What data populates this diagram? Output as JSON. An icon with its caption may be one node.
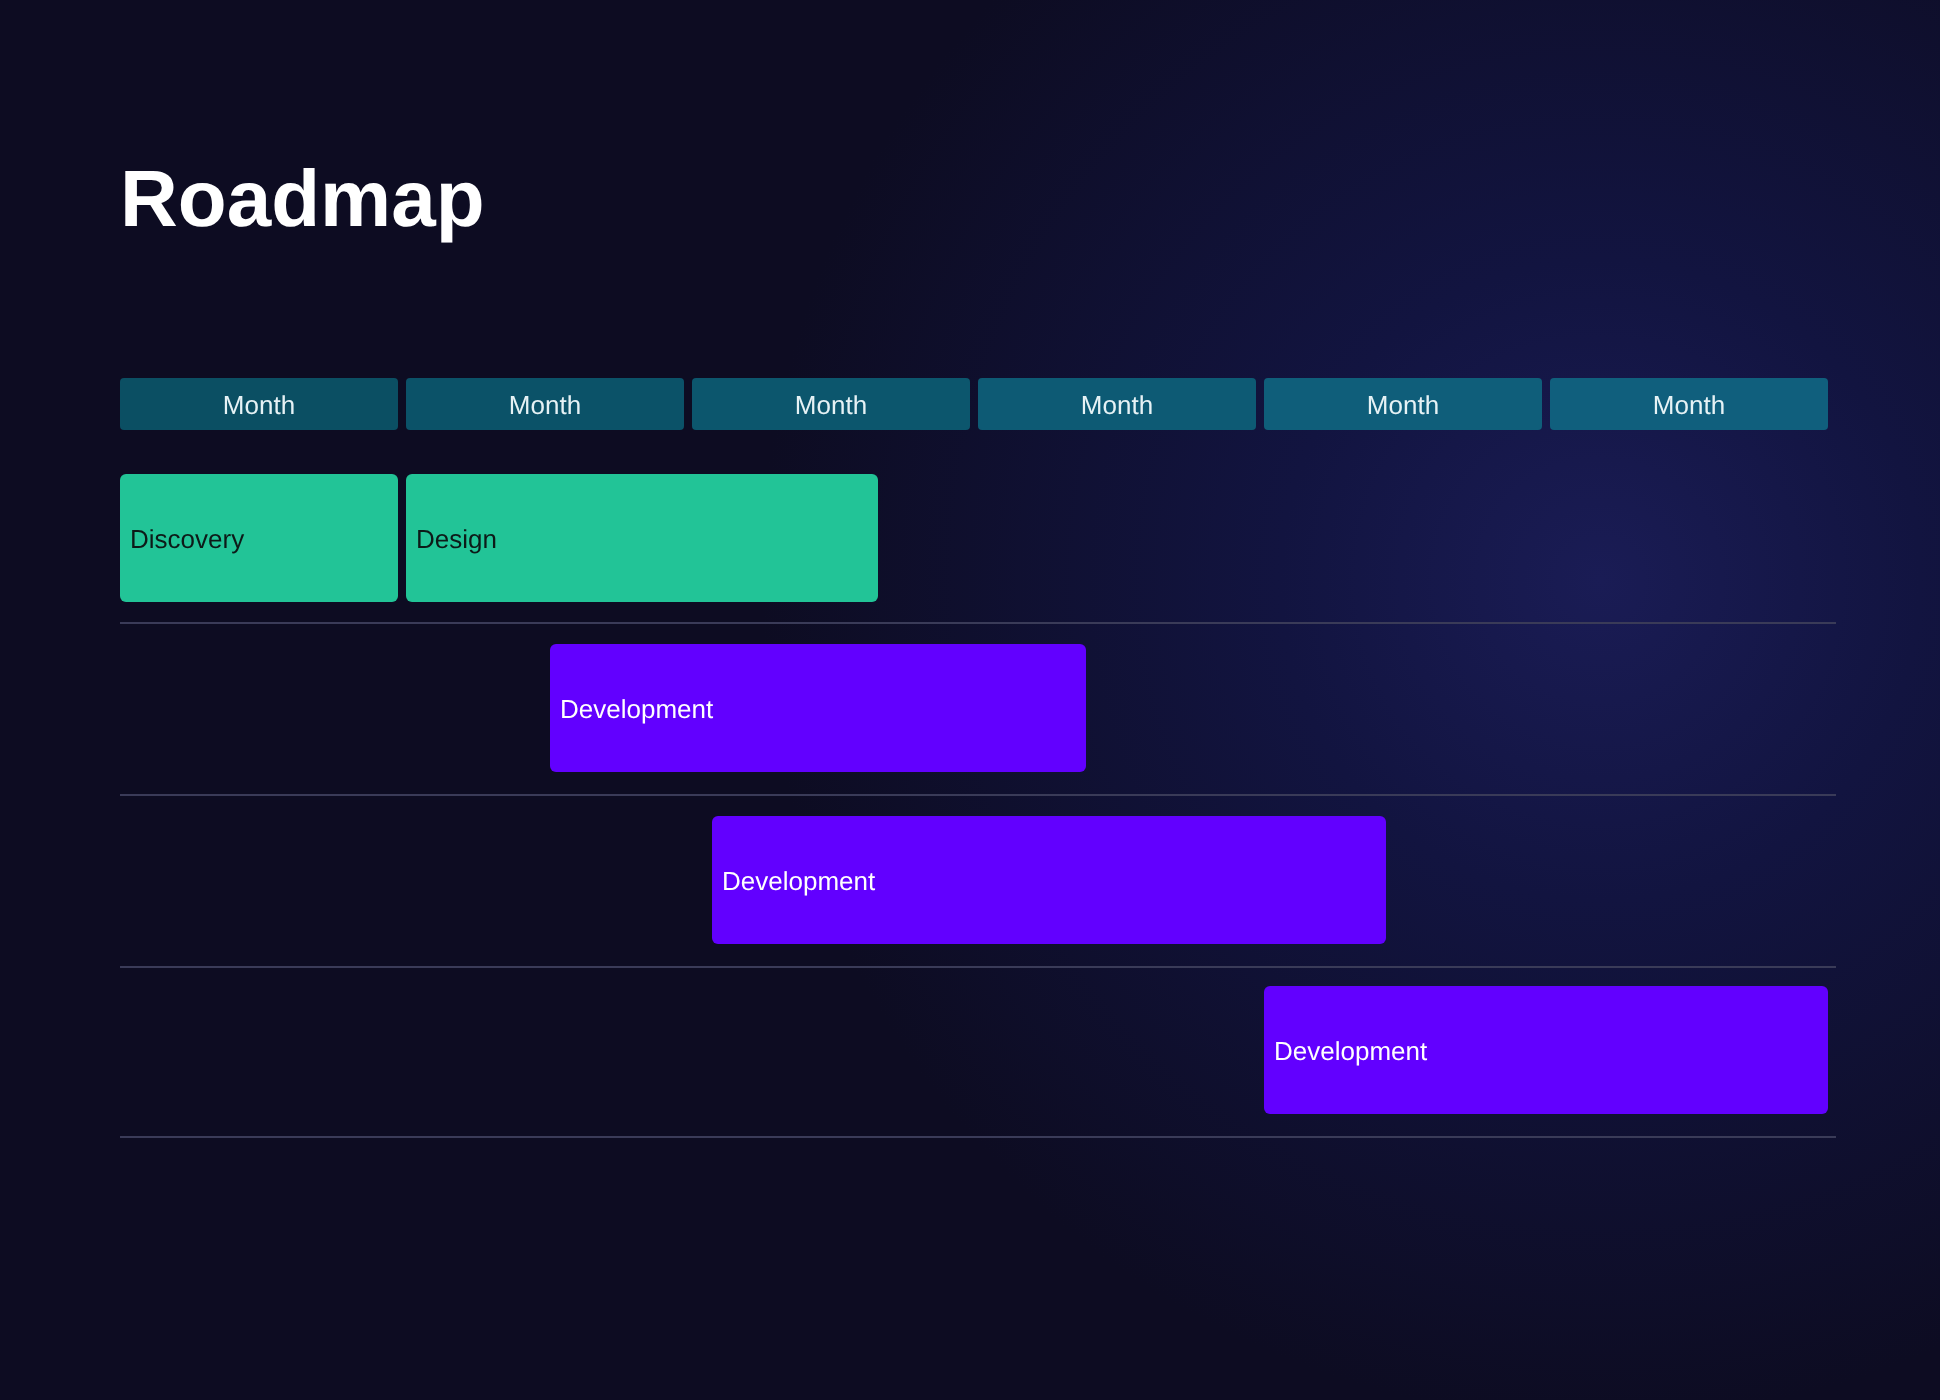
{
  "diagram": {
    "title": "Roadmap",
    "nodes": [
      {
        "text": [
          "Month"
        ]
      },
      {
        "text": [
          "Month"
        ]
      },
      {
        "text": [
          "Month"
        ]
      },
      {
        "text": [
          "Month"
        ]
      },
      {
        "text": [
          "Month"
        ]
      },
      {
        "text": [
          "Month"
        ]
      },
      {
        "text": [
          "Discovery"
        ]
      },
      {
        "text": [
          "Design"
        ]
      },
      {
        "text": [
          "Development"
        ]
      },
      {
        "text": [
          "Development"
        ]
      },
      {
        "text": [
          "Development"
        ]
      }
    ],
    "edges": []
  }
}
